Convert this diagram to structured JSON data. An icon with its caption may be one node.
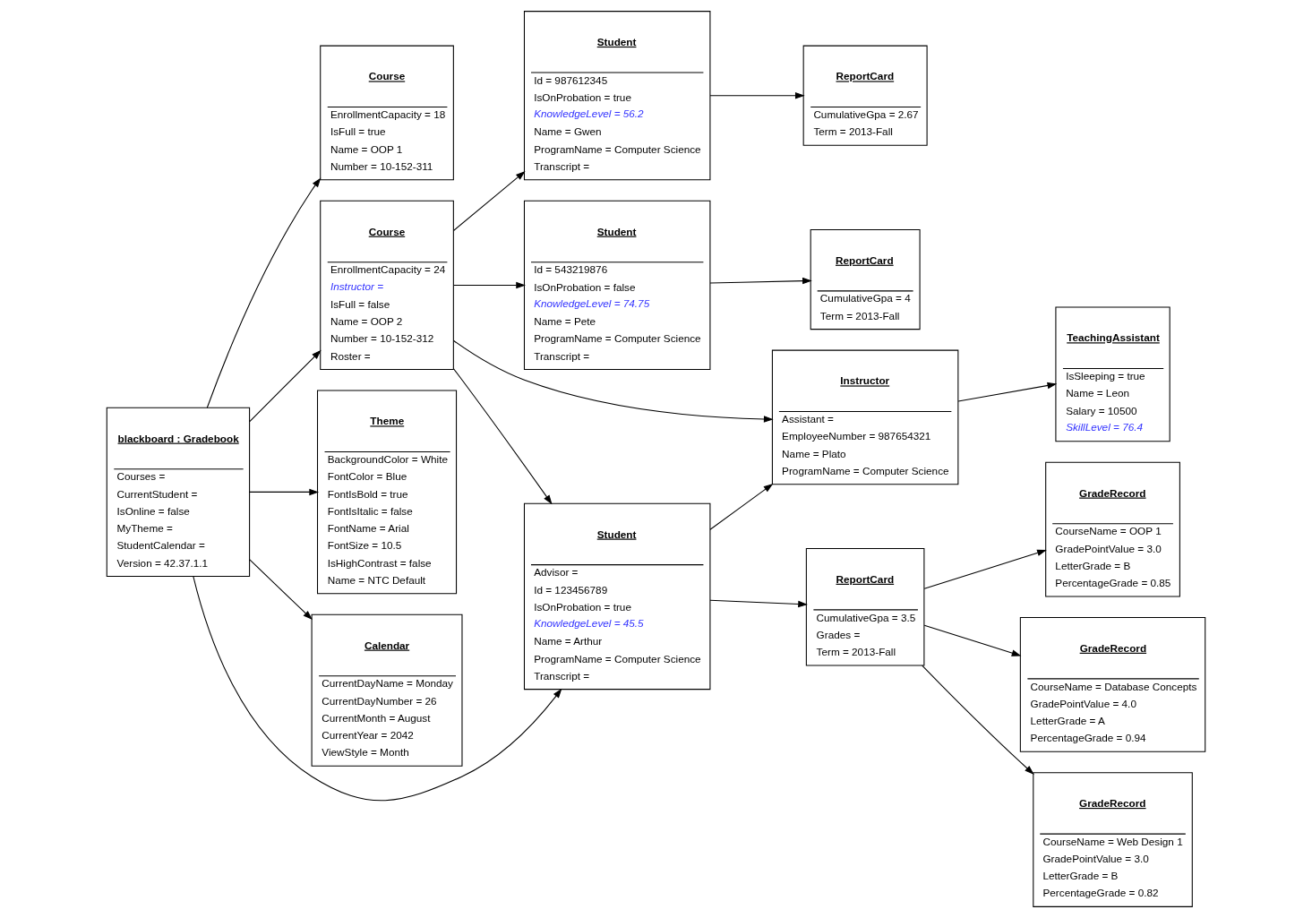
{
  "diagram": {
    "nodes": [
      {
        "text": [
          "blackboard : Gradebook",
          "Courses =",
          "CurrentStudent =",
          "IsOnline = false",
          "MyTheme =",
          "StudentCalendar =",
          "Version = 42.37.1.1"
        ]
      },
      {
        "text": [
          "Course",
          "EnrollmentCapacity = 18",
          "IsFull = true",
          "Name = OOP 1",
          "Number = 10-152-311"
        ]
      },
      {
        "text": [
          "Course",
          "EnrollmentCapacity = 24",
          "Instructor =",
          "IsFull = false",
          "Name = OOP 2",
          "Number = 10-152-312",
          "Roster ="
        ]
      },
      {
        "text": [
          "Theme",
          "BackgroundColor = White",
          "FontColor = Blue",
          "FontIsBold = true",
          "FontIsItalic = false",
          "FontName = Arial",
          "FontSize = 10.5",
          "IsHighContrast = false",
          "Name = NTC Default"
        ]
      },
      {
        "text": [
          "Calendar",
          "CurrentDayName = Monday",
          "CurrentDayNumber = 26",
          "CurrentMonth = August",
          "CurrentYear = 2042",
          "ViewStyle = Month"
        ]
      },
      {
        "text": [
          "Student",
          "Advisor =",
          "Id = 123456789",
          "IsOnProbation = true",
          "KnowledgeLevel = 45.5",
          "Name = Arthur",
          "ProgramName = Computer Science",
          "Transcript ="
        ]
      },
      {
        "text": [
          "Student",
          "Id = 543219876",
          "IsOnProbation = false",
          "KnowledgeLevel = 74.75",
          "Name = Pete",
          "ProgramName = Computer Science",
          "Transcript ="
        ]
      },
      {
        "text": [
          "Student",
          "Id = 987612345",
          "IsOnProbation = true",
          "KnowledgeLevel = 56.2",
          "Name = Gwen",
          "ProgramName = Computer Science",
          "Transcript ="
        ]
      },
      {
        "text": [
          "Instructor",
          "Assistant =",
          "EmployeeNumber = 987654321",
          "Name = Plato",
          "ProgramName = Computer Science"
        ]
      },
      {
        "text": [
          "TeachingAssistant",
          "IsSleeping = true",
          "Name = Leon",
          "Salary = 10500",
          "SkillLevel = 76.4"
        ]
      },
      {
        "text": [
          "ReportCard",
          "CumulativeGpa = 3.5",
          "Grades =",
          "Term = 2013-Fall"
        ]
      },
      {
        "text": [
          "ReportCard",
          "CumulativeGpa = 4",
          "Term = 2013-Fall"
        ]
      },
      {
        "text": [
          "ReportCard",
          "CumulativeGpa = 2.67",
          "Term = 2013-Fall"
        ]
      },
      {
        "text": [
          "GradeRecord",
          "CourseName = Database Concepts",
          "GradePointValue = 4.0",
          "LetterGrade = A",
          "PercentageGrade = 0.94"
        ]
      },
      {
        "text": [
          "GradeRecord",
          "CourseName = Web Design 1",
          "GradePointValue = 3.0",
          "LetterGrade = B",
          "PercentageGrade = 0.82"
        ]
      },
      {
        "text": [
          "GradeRecord",
          "CourseName = OOP 1",
          "GradePointValue = 3.0",
          "LetterGrade = B",
          "PercentageGrade = 0.85"
        ]
      }
    ],
    "edges": [
      {
        "from": 0,
        "to": 1,
        "arrow": "to"
      },
      {
        "from": 0,
        "to": 2,
        "arrow": "to"
      },
      {
        "from": 0,
        "to": 5,
        "arrow": "to"
      },
      {
        "from": 0,
        "to": 3,
        "arrow": "to"
      },
      {
        "from": 0,
        "to": 4,
        "arrow": "to"
      },
      {
        "from": 2,
        "to": 8,
        "arrow": "to"
      },
      {
        "from": 2,
        "to": 5,
        "arrow": "to"
      },
      {
        "from": 2,
        "to": 6,
        "arrow": "to"
      },
      {
        "from": 2,
        "to": 7,
        "arrow": "to"
      },
      {
        "from": 5,
        "to": 8,
        "arrow": "to"
      },
      {
        "from": 8,
        "to": 9,
        "arrow": "to"
      },
      {
        "from": 5,
        "to": 10,
        "arrow": "to"
      },
      {
        "from": 6,
        "to": 11,
        "arrow": "to"
      },
      {
        "from": 7,
        "to": 12,
        "arrow": "to"
      },
      {
        "from": 10,
        "to": 13,
        "arrow": "to"
      },
      {
        "from": 10,
        "to": 14,
        "arrow": "to"
      },
      {
        "from": 10,
        "to": 15,
        "arrow": "to"
      }
    ]
  }
}
